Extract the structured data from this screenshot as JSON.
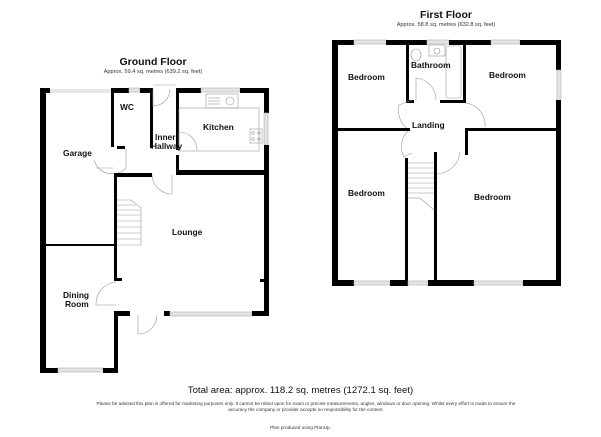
{
  "plan": {
    "ground_floor": {
      "title": "Ground Floor",
      "area": "Approx. 59.4 sq. metres (639.2 sq. feet)",
      "rooms": {
        "wc": "WC",
        "garage": "Garage",
        "inner_hallway_line1": "Inner",
        "inner_hallway_line2": "Hallway",
        "kitchen": "Kitchen",
        "lounge": "Lounge",
        "dining_line1": "Dining",
        "dining_line2": "Room"
      }
    },
    "first_floor": {
      "title": "First Floor",
      "area": "Approx. 58.8 sq. metres (632.8 sq. feet)",
      "rooms": {
        "bedroom_top_left": "Bedroom",
        "bathroom": "Bathroom",
        "bedroom_top_right": "Bedroom",
        "landing": "Landing",
        "bedroom_bottom_left": "Bedroom",
        "bedroom_bottom_right": "Bedroom"
      }
    },
    "total_area": "Total area: approx. 118.2 sq. metres (1272.1 sq. feet)",
    "disclaimer": "Please be advised this plan is offered for marketing purposes only. It cannot be relied upon for exact or precise measurements, angles, windows or door opening. Whilst every effort is made to ensure the accuracy the company or provider accepts no responsibility for the content.",
    "produced_by": "Plan produced using PlanUp."
  }
}
